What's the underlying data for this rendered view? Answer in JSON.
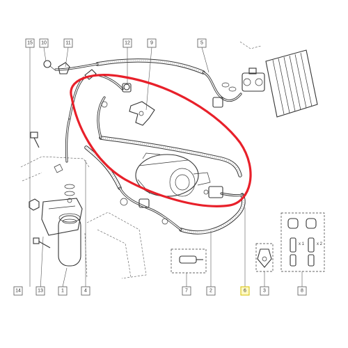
{
  "callouts": [
    {
      "id": "callout-15",
      "label": "15"
    },
    {
      "id": "callout-10",
      "label": "10"
    },
    {
      "id": "callout-11",
      "label": "11"
    },
    {
      "id": "callout-12",
      "label": "12"
    },
    {
      "id": "callout-9",
      "label": "9"
    },
    {
      "id": "callout-5",
      "label": "5"
    },
    {
      "id": "callout-14",
      "label": "14"
    },
    {
      "id": "callout-13",
      "label": "13"
    },
    {
      "id": "callout-1",
      "label": "1"
    },
    {
      "id": "callout-4",
      "label": "4"
    },
    {
      "id": "callout-7",
      "label": "7"
    },
    {
      "id": "callout-2",
      "label": "2"
    },
    {
      "id": "callout-6",
      "label": "6"
    },
    {
      "id": "callout-3",
      "label": "3"
    },
    {
      "id": "callout-8",
      "label": "8"
    }
  ],
  "quantities": {
    "valve_upper": "x 1",
    "valve_lower": "x 2"
  },
  "colors": {
    "highlight": "#e8202a",
    "callout6_fill": "#fff9c4",
    "callout6_border": "#d4c000",
    "line": "#333333"
  }
}
